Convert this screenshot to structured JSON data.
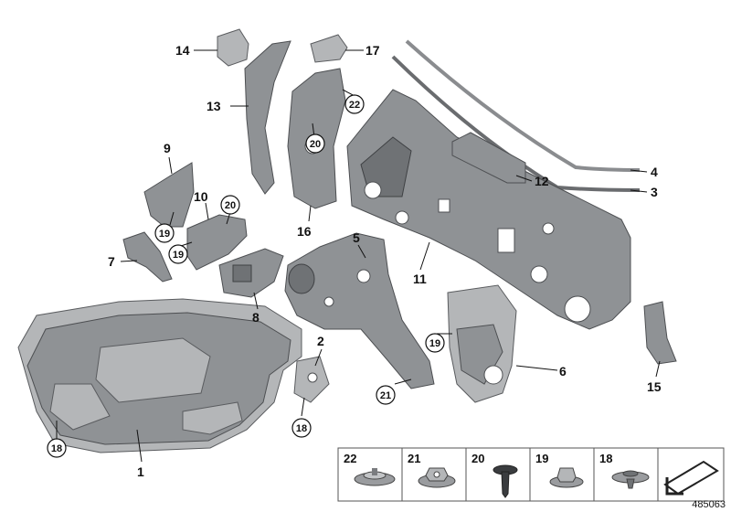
{
  "diagram_number": "485063",
  "callouts": {
    "c1": "1",
    "c2": "2",
    "c3": "3",
    "c4": "4",
    "c5": "5",
    "c6": "6",
    "c7": "7",
    "c8": "8",
    "c9": "9",
    "c10": "10",
    "c11": "11",
    "c12": "12",
    "c13": "13",
    "c14": "14",
    "c15": "15",
    "c16": "16",
    "c17": "17"
  },
  "circled_refs": {
    "r18a": "18",
    "r18b": "18",
    "r19a": "19",
    "r19b": "19",
    "r19c": "19",
    "r20a": "20",
    "r20b": "20",
    "r21": "21",
    "r22": "22"
  },
  "legend": [
    {
      "number": "22",
      "icon": "trim-clip-icon"
    },
    {
      "number": "21",
      "icon": "hex-nut-icon"
    },
    {
      "number": "20",
      "icon": "expanding-rivet-icon"
    },
    {
      "number": "19",
      "icon": "square-nut-icon"
    },
    {
      "number": "18",
      "icon": "spreader-clip-icon"
    }
  ],
  "legend_extra_icon": "stamped-sheet-arrow-icon"
}
